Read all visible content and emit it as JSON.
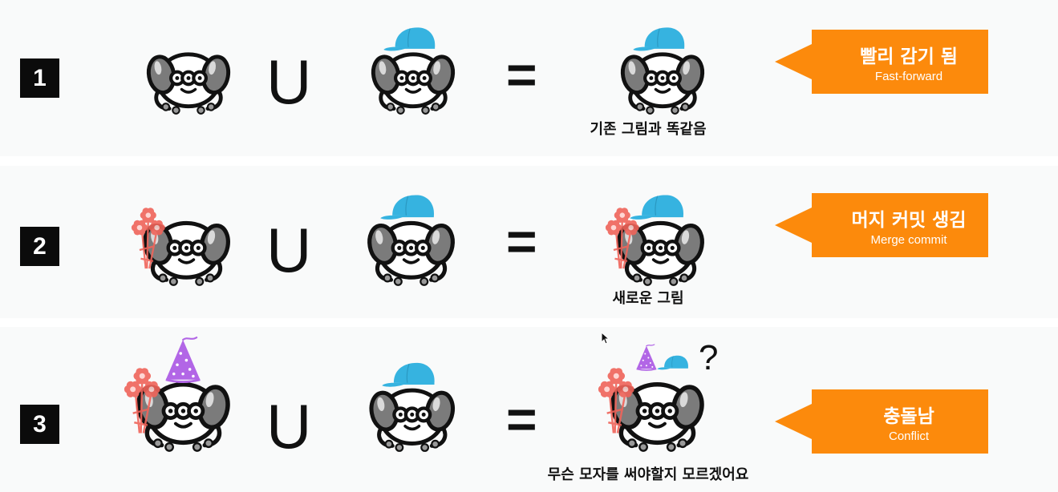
{
  "rows": [
    {
      "number": "1",
      "union_symbol": "U",
      "equals_symbol": "=",
      "caption": "기존 그림과 똑같음",
      "result_label": "빨리 감기 됨",
      "result_sublabel": "Fast-forward",
      "left_figure": [
        "plain"
      ],
      "right_figure": [
        "blue-cap"
      ],
      "merged_figure": [
        "blue-cap"
      ]
    },
    {
      "number": "2",
      "union_symbol": "U",
      "equals_symbol": "=",
      "caption": "새로운 그림",
      "result_label": "머지 커밋 생김",
      "result_sublabel": "Merge commit",
      "left_figure": [
        "flowers"
      ],
      "right_figure": [
        "blue-cap"
      ],
      "merged_figure": [
        "flowers",
        "blue-cap"
      ]
    },
    {
      "number": "3",
      "union_symbol": "U",
      "equals_symbol": "=",
      "caption": "무슨 모자를 써야할지 모르겠어요",
      "result_label": "충돌남",
      "result_sublabel": "Conflict",
      "question_mark": "?",
      "left_figure": [
        "flowers",
        "party-hat"
      ],
      "right_figure": [
        "blue-cap"
      ],
      "merged_figure": [
        "flowers",
        "small-party-hat",
        "small-blue-cap"
      ]
    }
  ],
  "colors": {
    "arrow": "#fc8a0c",
    "number_box": "#0b0b0b",
    "cap": "#36b3e0",
    "party_hat": "#b266e6",
    "flowers": "#f0645a",
    "character_ears": "#7b7b7b",
    "band": "#f9fafa"
  },
  "icons": [
    "octocat-character-icon",
    "blue-cap-icon",
    "party-hat-icon",
    "flower-bouquet-icon",
    "arrow-left-icon",
    "mouse-cursor-icon"
  ]
}
